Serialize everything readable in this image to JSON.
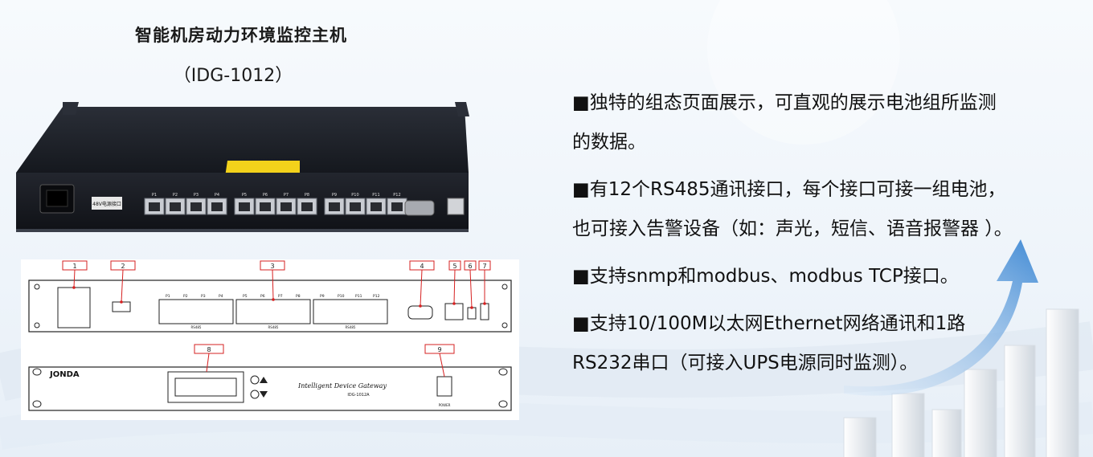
{
  "title": "智能机房动力环境监控主机",
  "model": "（IDG-1012）",
  "photo": {
    "label_48v": "48V电源接口",
    "port_labels": [
      "P1",
      "P2",
      "P3",
      "P4",
      "P5",
      "P6",
      "P7",
      "P8",
      "P9",
      "P10",
      "P11",
      "P12"
    ]
  },
  "rear_panel": {
    "callouts": [
      "1",
      "2",
      "3",
      "4",
      "5",
      "6",
      "7"
    ],
    "group_labels": [
      "RS485",
      "RS485",
      "RS485"
    ],
    "port_labels": [
      "P1",
      "P2",
      "P3",
      "P4",
      "P5",
      "P6",
      "P7",
      "P8",
      "P9",
      "P10",
      "P11",
      "P12"
    ]
  },
  "front_panel": {
    "callouts": [
      "8",
      "9"
    ],
    "brand": "JONDA",
    "device_name": "Intelligent Device Gateway",
    "device_model": "IDG-1012A",
    "power_label": "POWER"
  },
  "bullets": [
    {
      "line1": "■独特的组态页面展示，可直观的展示电池组所监测",
      "line2": "的数据。"
    },
    {
      "line1": "■有12个RS485通讯接口，每个接口可接一组电池，",
      "line2": "也可接入告警设备（如：声光，短信、语音报警器 ）。"
    },
    {
      "line1": "■支持snmp和modbus、modbus TCP接口。",
      "line2": ""
    },
    {
      "line1": "■支持10/100M以太网Ethernet网络通讯和1路",
      "line2": "RS232串口（可接入UPS电源同时监测）。"
    }
  ],
  "colors": {
    "callout_red": "#d62020",
    "device_dark": "#1c1f26",
    "warning_yellow": "#f3d21b",
    "arrow_blue": "#2f7fd0"
  }
}
